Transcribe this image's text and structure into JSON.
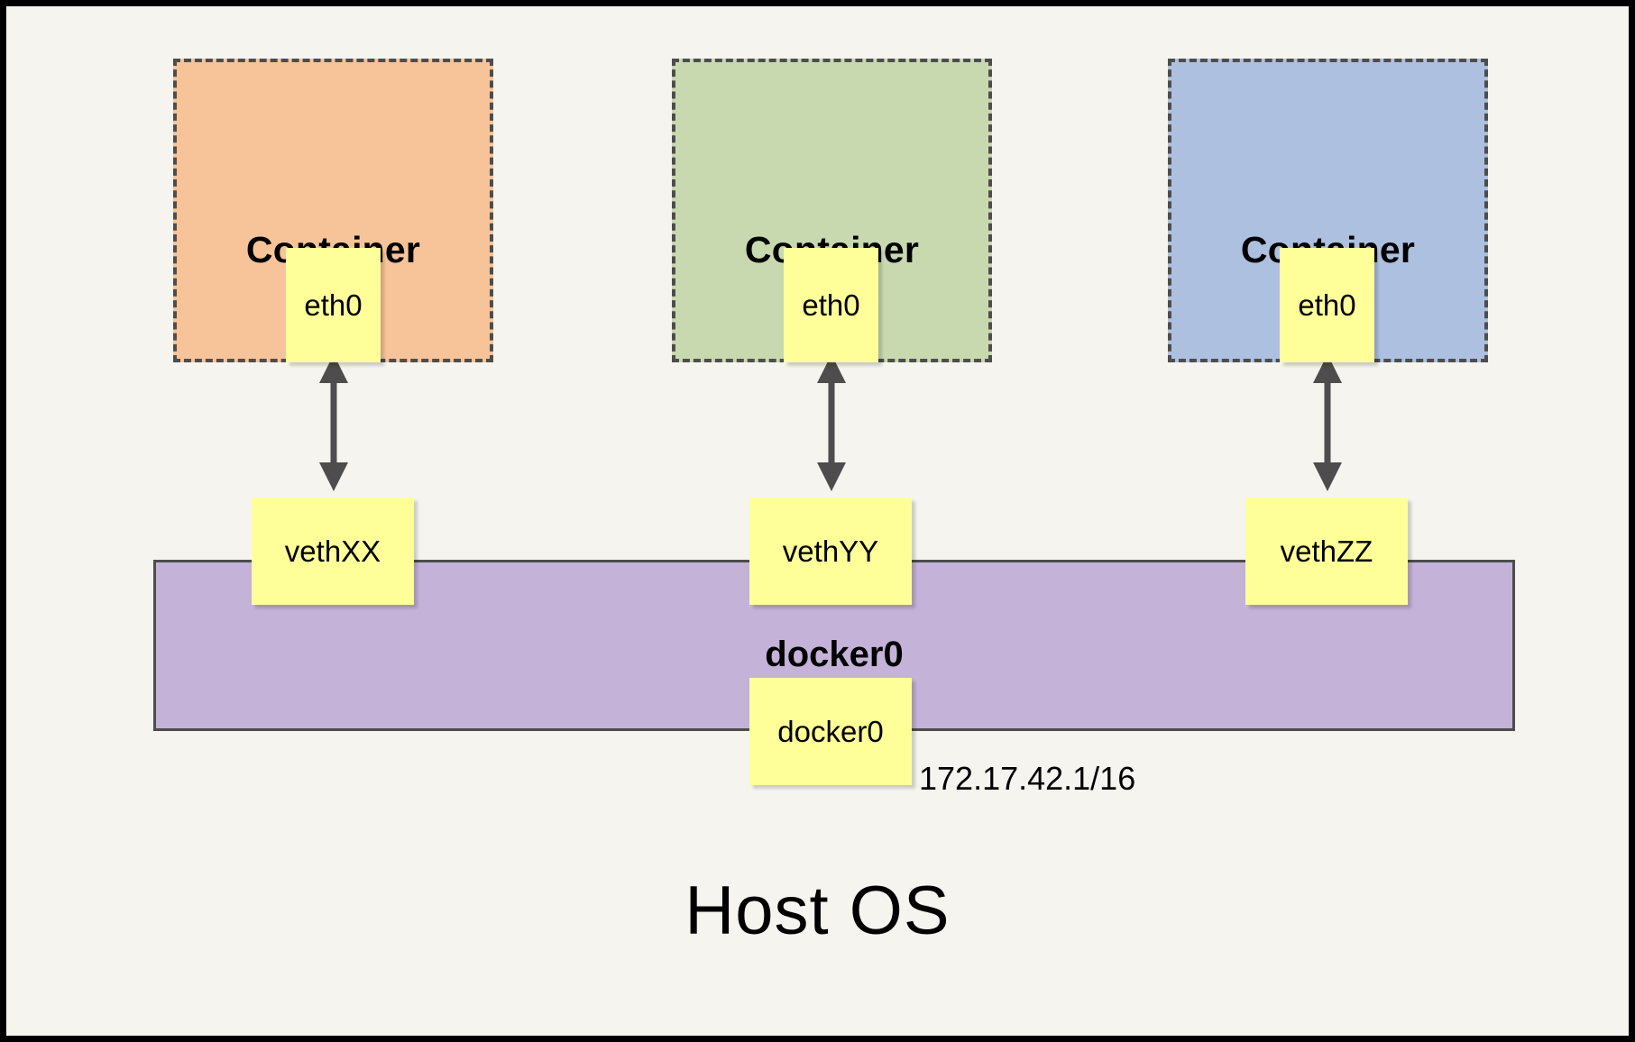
{
  "diagram": {
    "title": "Host OS",
    "host_label": "Host OS",
    "bridge": {
      "name": "docker0",
      "chip_label": "docker0",
      "ip": "172.17.42.1/16",
      "color": "#c4b2d8"
    },
    "containers": [
      {
        "title": "Container",
        "interface": "eth0",
        "veth": "vethXX",
        "color": "#f7c49a"
      },
      {
        "title": "Container",
        "interface": "eth0",
        "veth": "vethYY",
        "color": "#c8d9b0"
      },
      {
        "title": "Container",
        "interface": "eth0",
        "veth": "vethZZ",
        "color": "#adc0e0"
      }
    ],
    "colors": {
      "background": "#f5f4ef",
      "frame": "#000000",
      "stroke": "#4d4d4d",
      "chip": "#ffff99",
      "bridge": "#c4b2d8",
      "container_1": "#f7c49a",
      "container_2": "#c8d9b0",
      "container_3": "#adc0e0"
    }
  }
}
